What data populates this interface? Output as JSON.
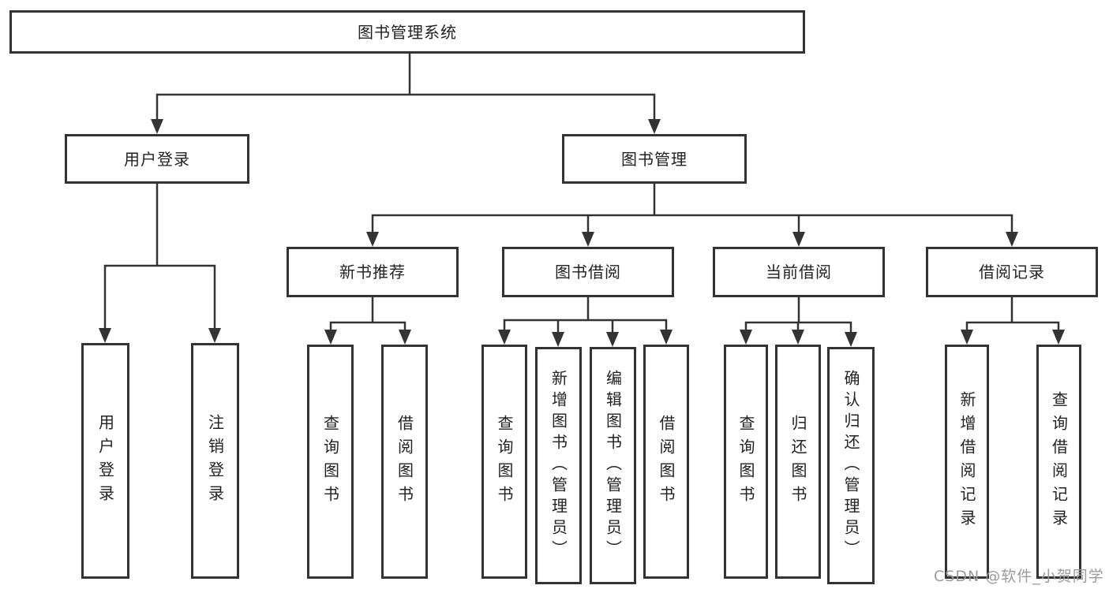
{
  "tree": {
    "root": {
      "label": "图书管理系统"
    },
    "user_login": {
      "label": "用户登录",
      "children": [
        {
          "label": "用户登录"
        },
        {
          "label": "注销登录"
        }
      ]
    },
    "book_mgmt": {
      "label": "图书管理",
      "sections": [
        {
          "label": "新书推荐",
          "children": [
            {
              "label": "查询图书"
            },
            {
              "label": "借阅图书"
            }
          ]
        },
        {
          "label": "图书借阅",
          "children": [
            {
              "label": "查询图书"
            },
            {
              "label": "新增图书（管理员）"
            },
            {
              "label": "编辑图书（管理员）"
            },
            {
              "label": "借阅图书"
            }
          ]
        },
        {
          "label": "当前借阅",
          "children": [
            {
              "label": "查询图书"
            },
            {
              "label": "归还图书"
            },
            {
              "label": "确认归还（管理员）"
            }
          ]
        },
        {
          "label": "借阅记录",
          "children": [
            {
              "label": "新增借阅记录"
            },
            {
              "label": "查询借阅记录"
            }
          ]
        }
      ]
    }
  },
  "watermark": "CSDN @软件_小贺同学",
  "colors": {
    "line": "#333333",
    "text": "#222222",
    "background": "#ffffff",
    "watermark": "#9b9b9b"
  }
}
